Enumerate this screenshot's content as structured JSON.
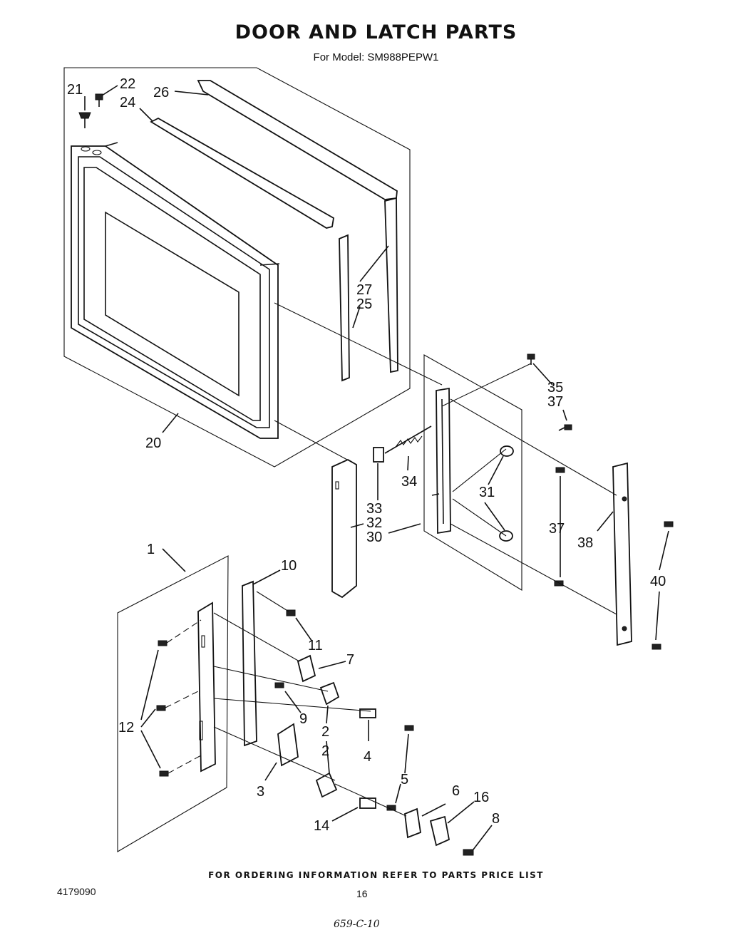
{
  "title": "DOOR AND LATCH PARTS",
  "subtitle": "For Model: SM988PEPW1",
  "footer_note": "FOR ORDERING INFORMATION REFER TO PARTS PRICE LIST",
  "doc_number": "4179090",
  "page_number": "16",
  "handwritten_note": "659-C-10",
  "callouts": {
    "p1": "1",
    "p2": "2",
    "p2b": "2",
    "p3": "3",
    "p4": "4",
    "p5": "5",
    "p6": "6",
    "p7": "7",
    "p8": "8",
    "p9": "9",
    "p10": "10",
    "p11": "11",
    "p12": "12",
    "p14": "14",
    "p16": "16",
    "p20": "20",
    "p21": "21",
    "p22": "22",
    "p24": "24",
    "p25": "25",
    "p26": "26",
    "p27": "27",
    "p30": "30",
    "p31": "31",
    "p32": "32",
    "p33": "33",
    "p34": "34",
    "p35": "35",
    "p37a": "37",
    "p37b": "37",
    "p38": "38",
    "p40": "40"
  }
}
